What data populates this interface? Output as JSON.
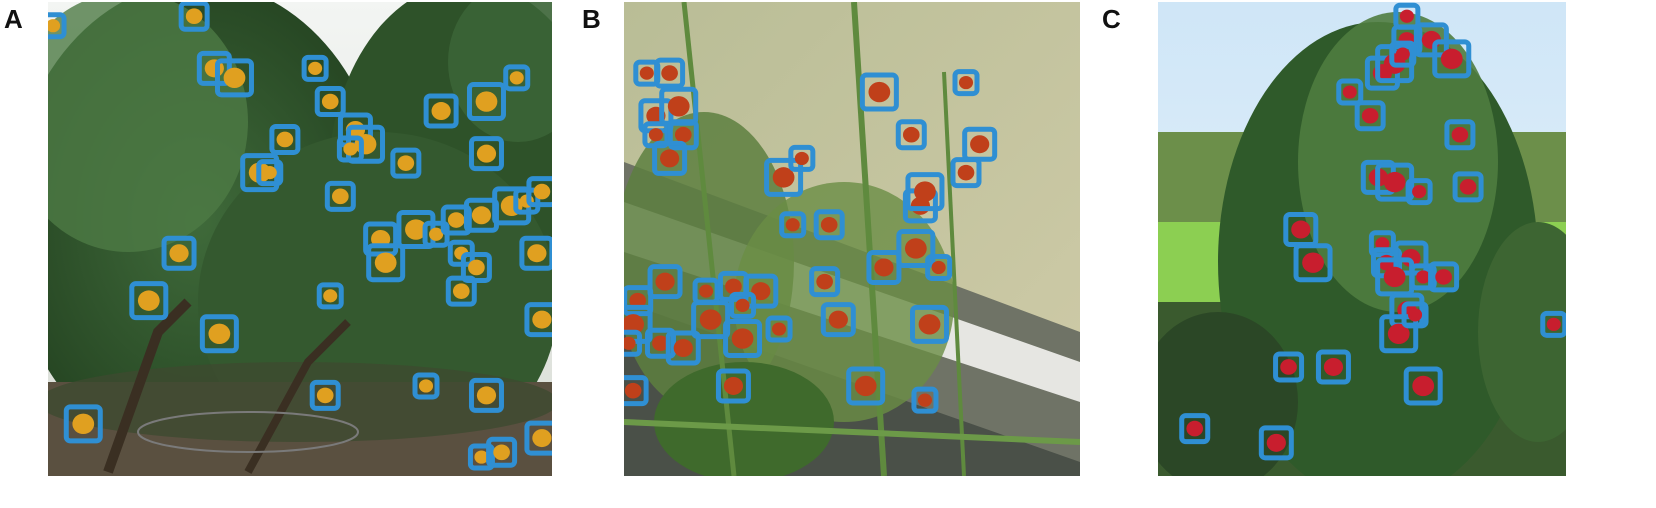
{
  "figure": {
    "panels": [
      {
        "label": "A",
        "fruit": "orange",
        "box_color": "#2f8fd3",
        "fruit_color": "#e0a020",
        "boxes": [
          [
            0.01,
            0.05
          ],
          [
            0.29,
            0.03
          ],
          [
            0.33,
            0.14
          ],
          [
            0.37,
            0.16
          ],
          [
            0.53,
            0.14
          ],
          [
            0.56,
            0.21
          ],
          [
            0.78,
            0.23
          ],
          [
            0.87,
            0.21
          ],
          [
            0.93,
            0.16
          ],
          [
            0.47,
            0.29
          ],
          [
            0.61,
            0.27
          ],
          [
            0.63,
            0.3
          ],
          [
            0.6,
            0.31
          ],
          [
            0.71,
            0.34
          ],
          [
            0.87,
            0.32
          ],
          [
            0.42,
            0.36
          ],
          [
            0.44,
            0.36
          ],
          [
            0.58,
            0.41
          ],
          [
            0.66,
            0.5
          ],
          [
            0.73,
            0.48
          ],
          [
            0.77,
            0.49
          ],
          [
            0.81,
            0.46
          ],
          [
            0.86,
            0.45
          ],
          [
            0.92,
            0.43
          ],
          [
            0.95,
            0.42
          ],
          [
            0.98,
            0.4
          ],
          [
            0.26,
            0.53
          ],
          [
            0.67,
            0.55
          ],
          [
            0.82,
            0.53
          ],
          [
            0.85,
            0.56
          ],
          [
            0.97,
            0.53
          ],
          [
            0.2,
            0.63
          ],
          [
            0.56,
            0.62
          ],
          [
            0.82,
            0.61
          ],
          [
            0.98,
            0.67
          ],
          [
            0.34,
            0.7
          ],
          [
            0.75,
            0.81
          ],
          [
            0.55,
            0.83
          ],
          [
            0.87,
            0.83
          ],
          [
            0.07,
            0.89
          ],
          [
            0.86,
            0.96
          ],
          [
            0.9,
            0.95
          ],
          [
            0.98,
            0.92
          ]
        ]
      },
      {
        "label": "B",
        "fruit": "tomato",
        "box_color": "#2f8fd3",
        "fruit_color": "#c0401a",
        "boxes": [
          [
            0.05,
            0.15
          ],
          [
            0.1,
            0.15
          ],
          [
            0.07,
            0.24
          ],
          [
            0.12,
            0.22
          ],
          [
            0.07,
            0.28
          ],
          [
            0.13,
            0.28
          ],
          [
            0.1,
            0.33
          ],
          [
            0.56,
            0.19
          ],
          [
            0.75,
            0.17
          ],
          [
            0.63,
            0.28
          ],
          [
            0.78,
            0.3
          ],
          [
            0.35,
            0.37
          ],
          [
            0.39,
            0.33
          ],
          [
            0.75,
            0.36
          ],
          [
            0.65,
            0.43
          ],
          [
            0.66,
            0.4
          ],
          [
            0.37,
            0.47
          ],
          [
            0.45,
            0.47
          ],
          [
            0.57,
            0.56
          ],
          [
            0.64,
            0.52
          ],
          [
            0.69,
            0.56
          ],
          [
            0.03,
            0.63
          ],
          [
            0.09,
            0.59
          ],
          [
            0.02,
            0.68
          ],
          [
            0.18,
            0.61
          ],
          [
            0.24,
            0.6
          ],
          [
            0.3,
            0.61
          ],
          [
            0.19,
            0.67
          ],
          [
            0.26,
            0.64
          ],
          [
            0.44,
            0.59
          ],
          [
            0.47,
            0.67
          ],
          [
            0.67,
            0.68
          ],
          [
            0.01,
            0.72
          ],
          [
            0.08,
            0.72
          ],
          [
            0.13,
            0.73
          ],
          [
            0.26,
            0.71
          ],
          [
            0.34,
            0.69
          ],
          [
            0.02,
            0.82
          ],
          [
            0.24,
            0.81
          ],
          [
            0.53,
            0.81
          ],
          [
            0.66,
            0.84
          ]
        ]
      },
      {
        "label": "C",
        "fruit": "apple",
        "box_color": "#2f8fd3",
        "fruit_color": "#c81e2e",
        "boxes": [
          [
            0.61,
            0.03
          ],
          [
            0.61,
            0.08
          ],
          [
            0.67,
            0.08
          ],
          [
            0.72,
            0.12
          ],
          [
            0.47,
            0.19
          ],
          [
            0.52,
            0.24
          ],
          [
            0.55,
            0.15
          ],
          [
            0.58,
            0.13
          ],
          [
            0.6,
            0.11
          ],
          [
            0.74,
            0.28
          ],
          [
            0.54,
            0.37
          ],
          [
            0.58,
            0.38
          ],
          [
            0.64,
            0.4
          ],
          [
            0.76,
            0.39
          ],
          [
            0.35,
            0.48
          ],
          [
            0.38,
            0.55
          ],
          [
            0.55,
            0.51
          ],
          [
            0.56,
            0.55
          ],
          [
            0.62,
            0.54
          ],
          [
            0.58,
            0.58
          ],
          [
            0.65,
            0.58
          ],
          [
            0.7,
            0.58
          ],
          [
            0.61,
            0.65
          ],
          [
            0.59,
            0.7
          ],
          [
            0.63,
            0.66
          ],
          [
            0.32,
            0.77
          ],
          [
            0.43,
            0.77
          ],
          [
            0.65,
            0.81
          ],
          [
            0.97,
            0.68
          ],
          [
            0.09,
            0.9
          ],
          [
            0.29,
            0.93
          ]
        ]
      }
    ]
  }
}
